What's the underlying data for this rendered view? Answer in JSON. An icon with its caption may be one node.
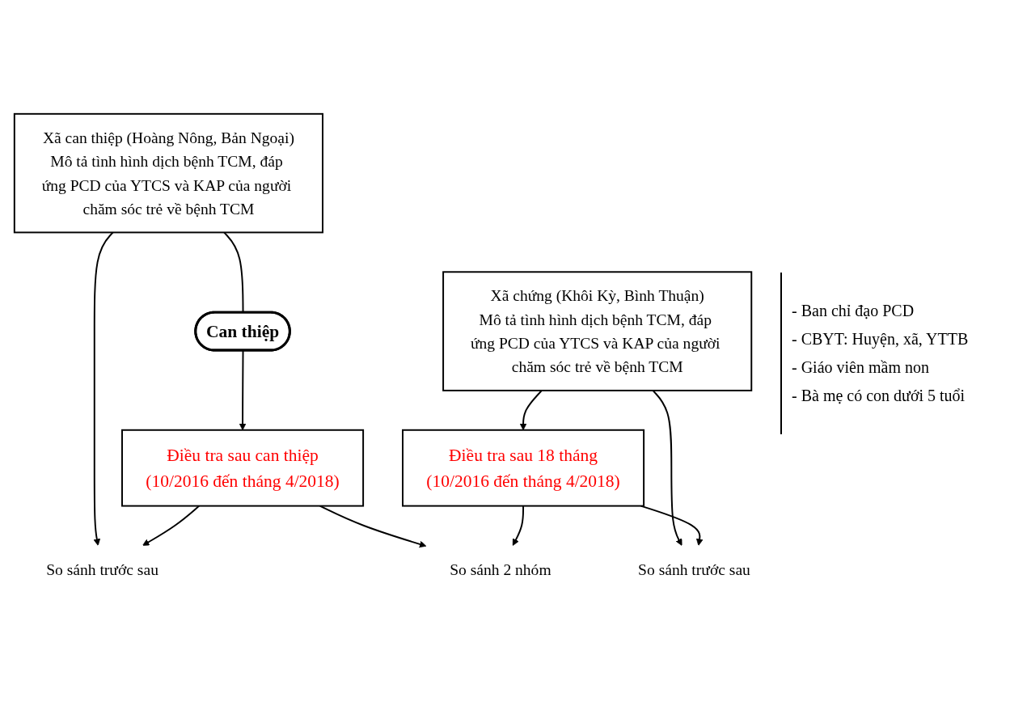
{
  "diagram": {
    "nodes": [
      {
        "text": [
          "Xã can thiệp (Hoàng Nông, Bản Ngoại)",
          "Mô tả tình hình dịch bệnh TCM, đáp ứng PCD của YTCS và KAP của người chăm sóc trẻ về bệnh TCM"
        ]
      },
      {
        "text": [
          "Xã chứng (Khôi Kỳ, Bình Thuận)",
          "Mô tả tình hình dịch bệnh TCM, đáp ứng PCD của YTCS và KAP của người chăm sóc trẻ về bệnh TCM"
        ]
      },
      {
        "text": [
          "So sánh trước sau"
        ]
      },
      {
        "text": [
          "Can thiệp"
        ]
      },
      {
        "text": [
          "So sánh trước sau"
        ]
      },
      {
        "text": [
          "Điều tra sau can thiệp",
          "(10/2016 đến tháng 4/2018)"
        ]
      },
      {
        "text": [
          "Điều tra sau 18 tháng",
          "(10/2016 đến tháng 4/2018)"
        ]
      },
      {
        "text": [
          "So sánh 2 nhóm"
        ]
      }
    ],
    "edges": [
      {
        "from": 0,
        "to": 2,
        "arrow": "to"
      },
      {
        "from": 0,
        "to": 3,
        "arrow": "none"
      },
      {
        "from": 1,
        "to": 4,
        "arrow": "to"
      },
      {
        "from": 1,
        "to": 6,
        "arrow": "to"
      },
      {
        "from": 3,
        "to": 5,
        "arrow": "to"
      },
      {
        "from": 5,
        "to": 2,
        "arrow": "to"
      },
      {
        "from": 6,
        "to": 4,
        "arrow": "to"
      },
      {
        "from": 5,
        "to": 7,
        "arrow": "to"
      },
      {
        "from": 6,
        "to": 7,
        "arrow": "to"
      }
    ],
    "labels": [
      "- Ban chỉ đạo PCD",
      "- CBYT: Huyện, xã, YTTB",
      "- Giáo viên mầm non",
      "- Bà mẹ có con dưới 5 tuổi"
    ]
  }
}
